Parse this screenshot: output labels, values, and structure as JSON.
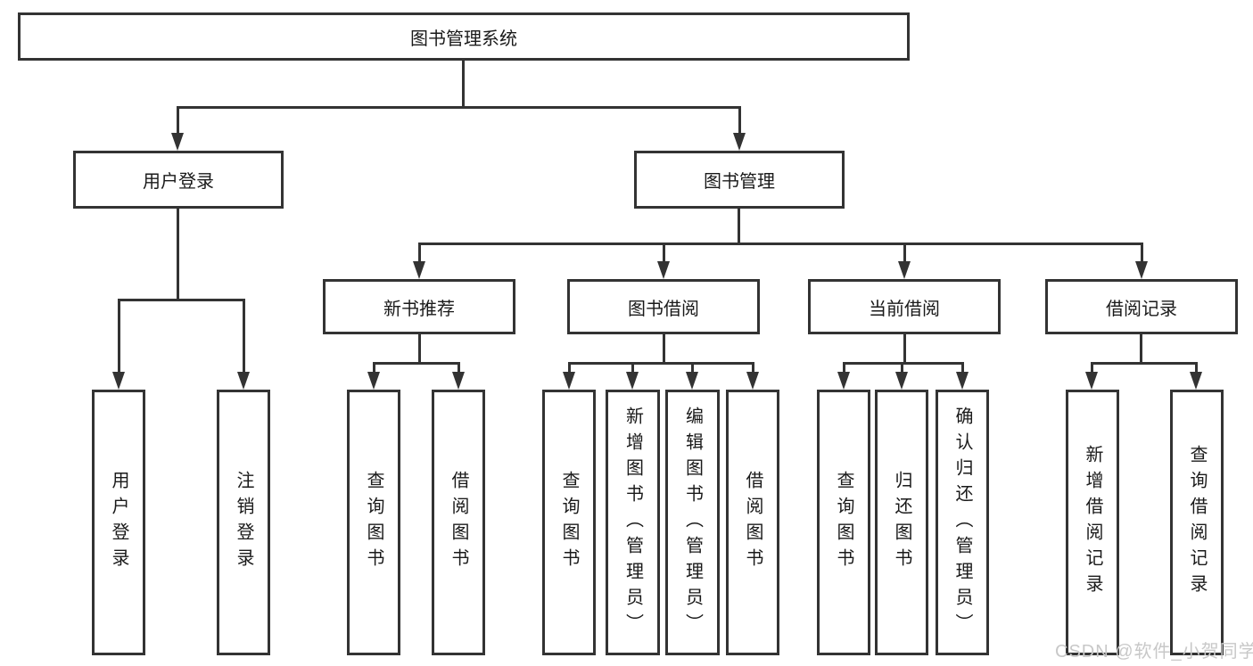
{
  "tree": {
    "root": {
      "label": "图书管理系统"
    },
    "level1": [
      {
        "label": "用户登录",
        "leaves": [
          {
            "label": "用户登录"
          },
          {
            "label": "注销登录"
          }
        ]
      },
      {
        "label": "图书管理",
        "children": [
          {
            "label": "新书推荐",
            "leaves": [
              {
                "label": "查询图书"
              },
              {
                "label": "借阅图书"
              }
            ]
          },
          {
            "label": "图书借阅",
            "leaves": [
              {
                "label": "查询图书"
              },
              {
                "label": "新增图书（管理员）"
              },
              {
                "label": "编辑图书（管理员）"
              },
              {
                "label": "借阅图书"
              }
            ]
          },
          {
            "label": "当前借阅",
            "leaves": [
              {
                "label": "查询图书"
              },
              {
                "label": "归还图书"
              },
              {
                "label": "确认归还（管理员）"
              }
            ]
          },
          {
            "label": "借阅记录",
            "leaves": [
              {
                "label": "新增借阅记录"
              },
              {
                "label": "查询借阅记录"
              }
            ]
          }
        ]
      }
    ]
  },
  "watermark": {
    "text": "CSDN @软件_小贺同学"
  },
  "colors": {
    "line": "#333333",
    "box_border": "#333333",
    "text": "#1a1a1a",
    "watermark": "#c8c8c8",
    "background": "#ffffff"
  }
}
